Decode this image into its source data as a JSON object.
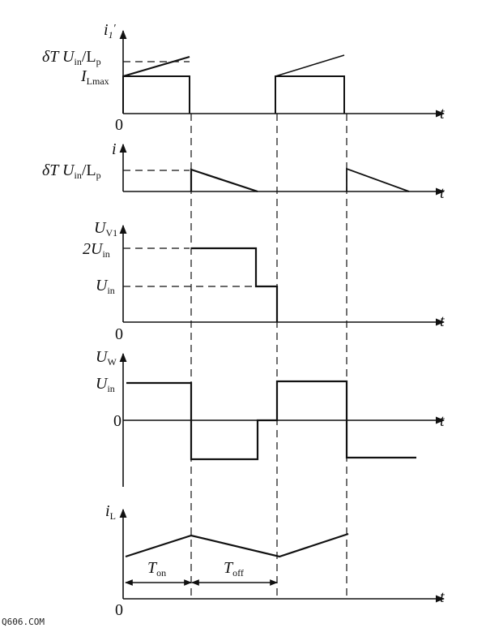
{
  "panels": [
    {
      "id": "primary-current",
      "y_symbol": "i",
      "y_symbol_sub": "1",
      "y_symbol_mark": "′",
      "origin": "0",
      "x_symbol": "t",
      "levels": [
        {
          "main": "δT U",
          "sub": "in",
          "tail": "/L",
          "tail_sub": "p"
        },
        {
          "main": "I",
          "sub": "Lmax",
          "tail": "",
          "tail_sub": ""
        }
      ]
    },
    {
      "id": "secondary-current",
      "y_symbol": "i",
      "x_symbol": "t",
      "levels": [
        {
          "main": "δT U",
          "sub": "in",
          "tail": "/L",
          "tail_sub": "p"
        }
      ]
    },
    {
      "id": "switch-voltage",
      "y_symbol": "U",
      "y_symbol_sub": "V1",
      "origin": "0",
      "x_symbol": "t",
      "levels": [
        {
          "main": "2U",
          "sub": "in"
        },
        {
          "main": "U",
          "sub": "in"
        }
      ]
    },
    {
      "id": "winding-voltage",
      "y_symbol": "U",
      "y_symbol_sub": "W",
      "zero": "0",
      "x_symbol": "t",
      "levels": [
        {
          "main": "U",
          "sub": "in"
        }
      ]
    },
    {
      "id": "inductor-current",
      "y_symbol": "i",
      "y_symbol_sub": "L",
      "origin": "0",
      "x_symbol": "t",
      "intervals": [
        {
          "main": "T",
          "sub": "on"
        },
        {
          "main": "T",
          "sub": "off"
        }
      ]
    }
  ],
  "watermark": "Q606.COM"
}
